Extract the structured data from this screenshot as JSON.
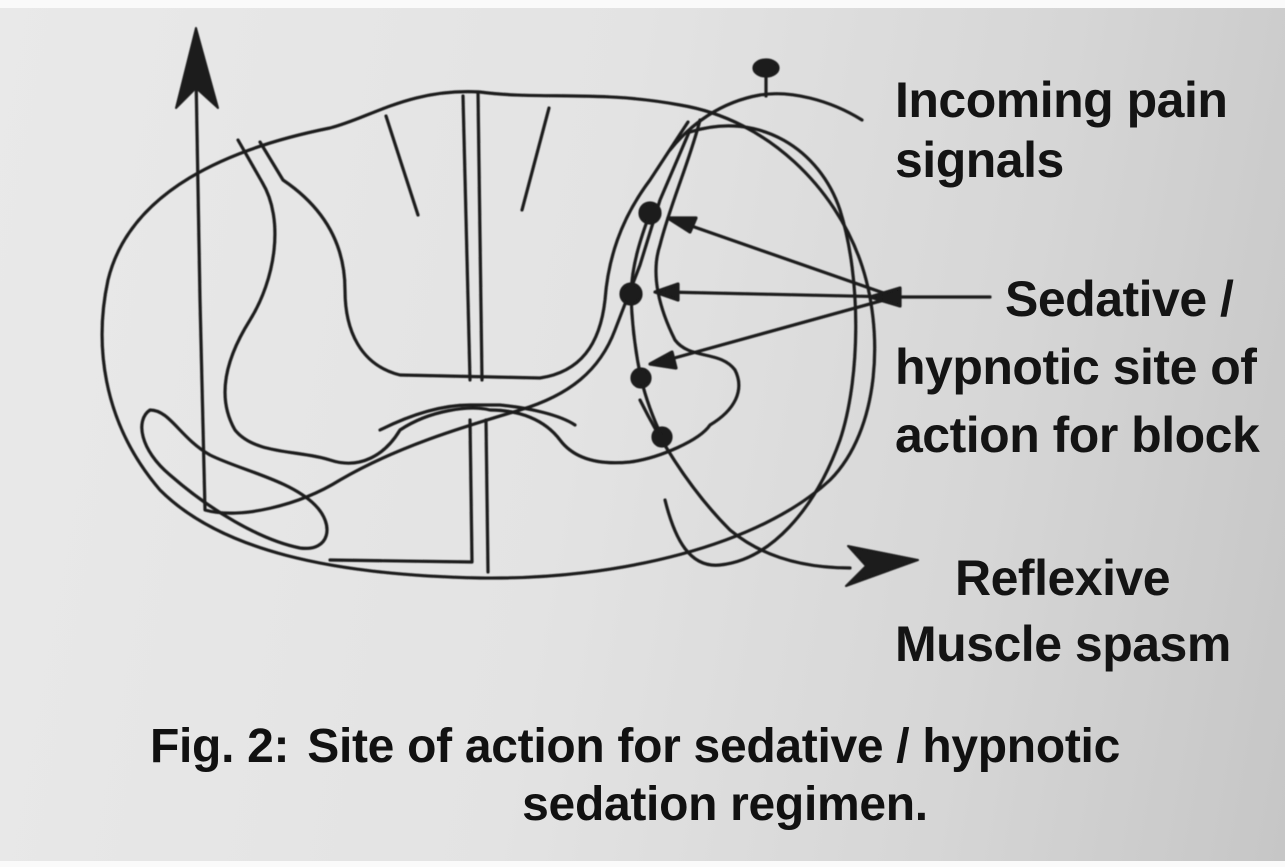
{
  "labels": {
    "incoming": [
      "Incoming pain",
      "signals"
    ],
    "sedative": [
      "Sedative /",
      "hypnotic site of",
      "action for block"
    ],
    "reflexive": [
      "Reflexive",
      "Muscle spasm"
    ]
  },
  "caption": {
    "figure_number": "Fig. 2:",
    "text_line1": "Site of action for sedative / hypnotic",
    "text_line2": "sedation regimen."
  }
}
